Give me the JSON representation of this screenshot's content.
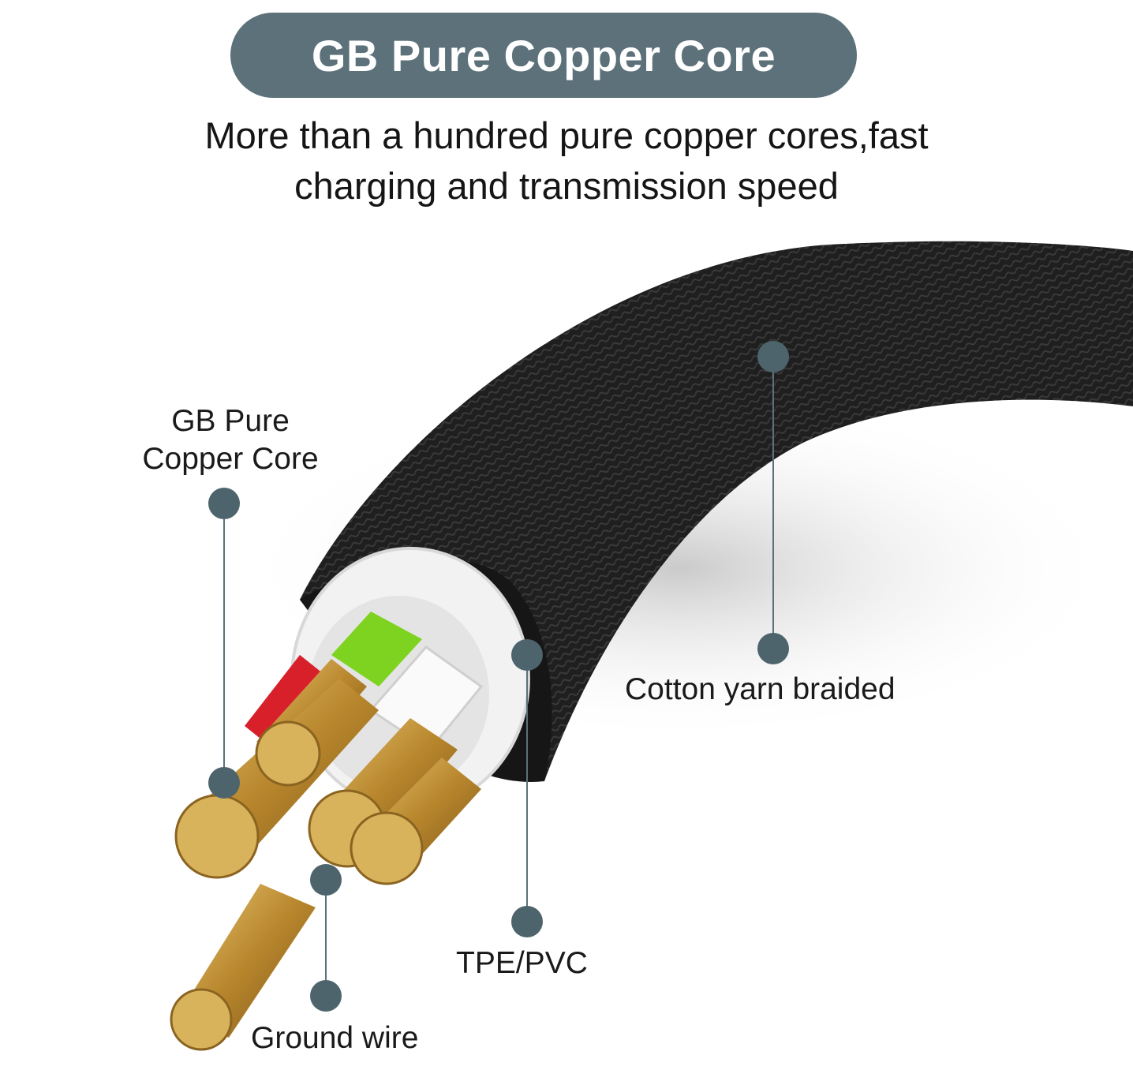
{
  "header": {
    "title": "GB Pure Copper Core",
    "subtitle_line1": "More than a hundred pure copper cores,fast",
    "subtitle_line2": "charging and transmission speed"
  },
  "callouts": {
    "copper_core": "GB Pure\nCopper Core",
    "cotton_braid": "Cotton yarn braided",
    "tpe_pvc": "TPE/PVC",
    "ground_wire": "Ground wire"
  },
  "colors": {
    "accent": "#5c7179",
    "braid": "#1c1c1c",
    "copper": "#c9a24a",
    "red_insulation": "#d8202a",
    "green_insulation": "#7ed321",
    "white_insulation": "#f4f4f4"
  }
}
